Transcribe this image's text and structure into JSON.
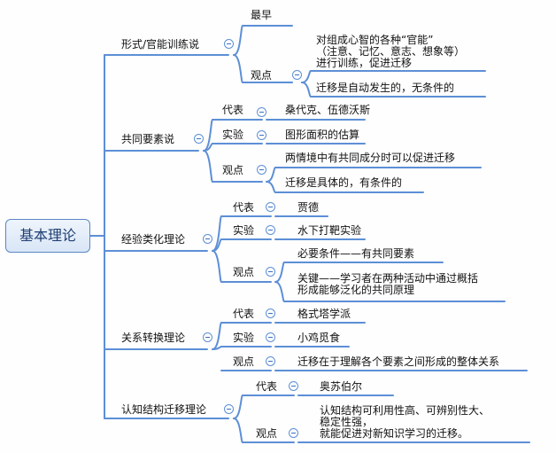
{
  "root": "基本理论",
  "branches": [
    {
      "label": "形式/官能训练说",
      "items": [
        {
          "label": "最早",
          "values": []
        },
        {
          "label": "观点",
          "values": [
            "对组成心智的各种“官能”\n（注意、记忆、意志、想象等）\n进行训练，促进迁移",
            "迁移是自动发生的，无条件的"
          ]
        }
      ]
    },
    {
      "label": "共同要素说",
      "items": [
        {
          "label": "代表",
          "values": [
            "桑代克、伍德沃斯"
          ]
        },
        {
          "label": "实验",
          "values": [
            "图形面积的估算"
          ]
        },
        {
          "label": "观点",
          "values": [
            "两情境中有共同成分时可以促进迁移",
            "迁移是具体的，有条件的"
          ]
        }
      ]
    },
    {
      "label": "经验类化理论",
      "items": [
        {
          "label": "代表",
          "values": [
            "贾德"
          ]
        },
        {
          "label": "实验",
          "values": [
            "水下打靶实验"
          ]
        },
        {
          "label": "观点",
          "values": [
            "必要条件——有共同要素",
            "关键——学习者在两种活动中通过概括\n形成能够泛化的共同原理"
          ]
        }
      ]
    },
    {
      "label": "关系转换理论",
      "items": [
        {
          "label": "代表",
          "values": [
            "格式塔学派"
          ]
        },
        {
          "label": "实验",
          "values": [
            "小鸡觅食"
          ]
        },
        {
          "label": "观点",
          "values": [
            "迁移在于理解各个要素之间形成的整体关系"
          ]
        }
      ]
    },
    {
      "label": "认知结构迁移理论",
      "items": [
        {
          "label": "代表",
          "values": [
            "奥苏伯尔"
          ]
        },
        {
          "label": "观点",
          "values": [
            "认知结构可利用性高、可辨别性大、\n稳定性强，\n就能促进对新知识学习的迁移。"
          ]
        }
      ]
    }
  ],
  "colors": {
    "line": "#5d8fd6",
    "root_border": "#5b87c4",
    "root_text": "#1f3f73"
  },
  "icons": {
    "toggle": "collapse-minus-icon"
  }
}
